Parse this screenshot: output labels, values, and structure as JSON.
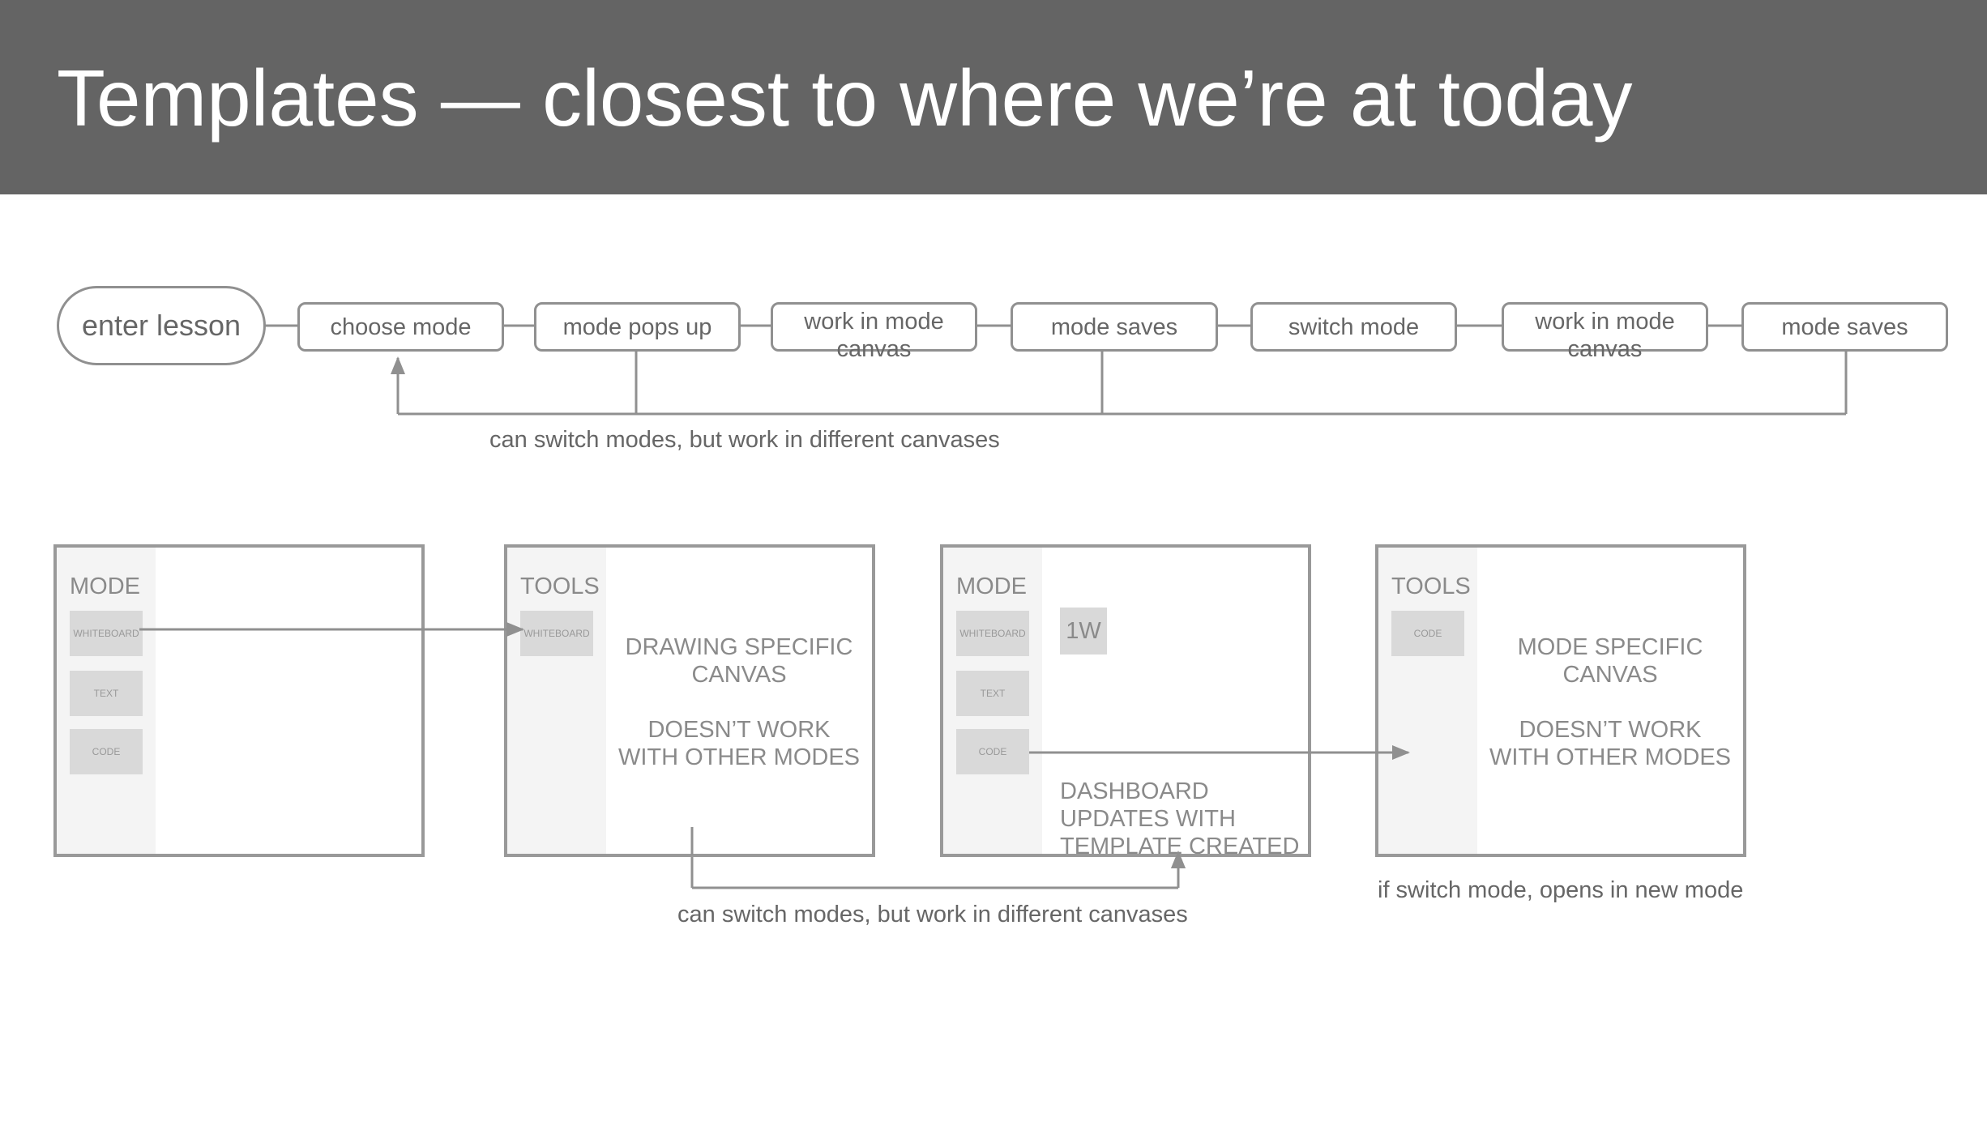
{
  "title": "Templates — closest to where we’re at today",
  "flow": {
    "start": "enter lesson",
    "steps": [
      "choose mode",
      "mode pops up",
      "work in mode canvas",
      "mode saves",
      "switch mode",
      "work in mode canvas",
      "mode saves"
    ],
    "note": "can switch modes, but work in different canvases"
  },
  "wireframes": {
    "frame1": {
      "sidebar_title": "MODE",
      "chips": [
        "WHITEBOARD",
        "TEXT",
        "CODE"
      ]
    },
    "frame2": {
      "sidebar_title": "TOOLS",
      "chips": [
        "WHITEBOARD"
      ],
      "canvas_lines": [
        "DRAWING SPECIFIC",
        "CANVAS",
        "DOESN’T WORK",
        "WITH OTHER MODES"
      ]
    },
    "frame3": {
      "sidebar_title": "MODE",
      "chips": [
        "WHITEBOARD",
        "TEXT",
        "CODE"
      ],
      "badge": "1W",
      "dashboard_lines": [
        "DASHBOARD",
        "UPDATES WITH",
        "TEMPLATE CREATED"
      ]
    },
    "frame4": {
      "sidebar_title": "TOOLS",
      "chips": [
        "CODE"
      ],
      "canvas_lines": [
        "MODE SPECIFIC",
        "CANVAS",
        "DOESN’T WORK",
        "WITH OTHER MODES"
      ]
    },
    "note_middle": "can switch modes, but work in different canvases",
    "note_right": "if switch mode, opens in new mode"
  }
}
